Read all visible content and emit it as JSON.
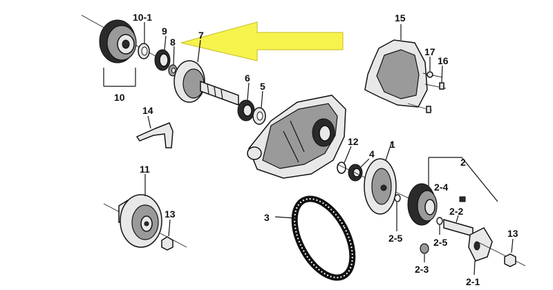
{
  "labels": {
    "p10_1": "10-1",
    "p9": "9",
    "p8": "8",
    "p7": "7",
    "p10": "10",
    "p15": "15",
    "p17": "17",
    "p16": "16",
    "p6": "6",
    "p5": "5",
    "p14": "14",
    "p12": "12",
    "p4": "4",
    "p1": "1",
    "p2": "2",
    "p11": "11",
    "p13a": "13",
    "p2_4": "2-4",
    "p2_2": "2-2",
    "p3": "3",
    "p2_5a": "2-5",
    "p2_5b": "2-5",
    "p13b": "13",
    "p2_3": "2-3",
    "p2_1": "2-1"
  },
  "colors": {
    "highlight_arrow": "#f7f23a",
    "line": "#111111",
    "part_fill": "#e8e8e8"
  }
}
